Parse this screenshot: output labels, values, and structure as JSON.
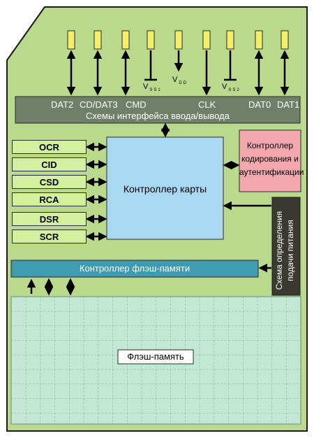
{
  "pins": [
    {
      "name": "DAT2"
    },
    {
      "name": "CD/DAT3"
    },
    {
      "name": "CMD"
    },
    {
      "name": "V",
      "sub": "SS1"
    },
    {
      "name": "V",
      "sub": "DD"
    },
    {
      "name": "CLK"
    },
    {
      "name": "V",
      "sub": "SS2"
    },
    {
      "name": "DAT0"
    },
    {
      "name": "DAT1"
    }
  ],
  "io_interface": {
    "label": "Схемы интерфейса ввода/вывода"
  },
  "registers": [
    "OCR",
    "CID",
    "CSD",
    "RCA",
    "DSR",
    "SCR"
  ],
  "card_controller": {
    "label": "Контроллер карты"
  },
  "crypto_controller": {
    "line1": "Контроллер",
    "line2": "кодирования и",
    "line3": "аутентификации"
  },
  "power_detect": {
    "line1": "Схема определения",
    "line2": "подачи питания"
  },
  "flash_controller": {
    "label": "Контроллер флэш-памяти"
  },
  "flash_memory": {
    "label": "Флэш-память"
  },
  "colors": {
    "card_body": "#b9d98c",
    "io_bar": "#708068",
    "register": "#d3f09e",
    "card_controller": "#a8d8f2",
    "crypto": "#f2a8ac",
    "power_detect": "#3a3a32",
    "flash_controller": "#3f9bb0",
    "pin_contact": "#f5ee6a"
  }
}
